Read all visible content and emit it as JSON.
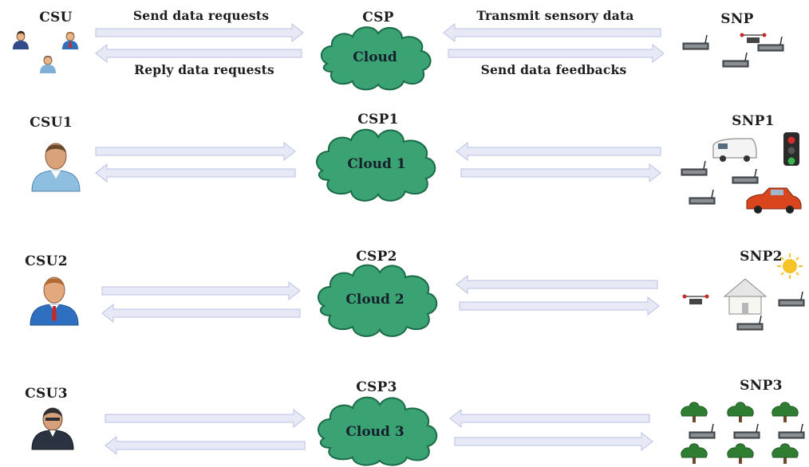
{
  "row0": {
    "user_label": "CSU",
    "cloud_provider_label": "CSP",
    "cloud_text": "Cloud",
    "sensor_label": "SNP",
    "arrow_send_requests": "Send data requests",
    "arrow_reply_requests": "Reply data requests",
    "arrow_transmit_sensory": "Transmit sensory data",
    "arrow_send_feedbacks": "Send data feedbacks"
  },
  "row1": {
    "user_label": "CSU1",
    "cloud_provider_label": "CSP1",
    "cloud_text": "Cloud 1",
    "sensor_label": "SNP1"
  },
  "row2": {
    "user_label": "CSU2",
    "cloud_provider_label": "CSP2",
    "cloud_text": "Cloud 2",
    "sensor_label": "SNP2"
  },
  "row3": {
    "user_label": "CSU3",
    "cloud_provider_label": "CSP3",
    "cloud_text": "Cloud 3",
    "sensor_label": "SNP3"
  },
  "colors": {
    "cloud_fill": "#3aa273",
    "cloud_edge": "#1a6b48",
    "arrow_fill": "#e7eaf6",
    "arrow_edge": "#b9c1e0"
  }
}
